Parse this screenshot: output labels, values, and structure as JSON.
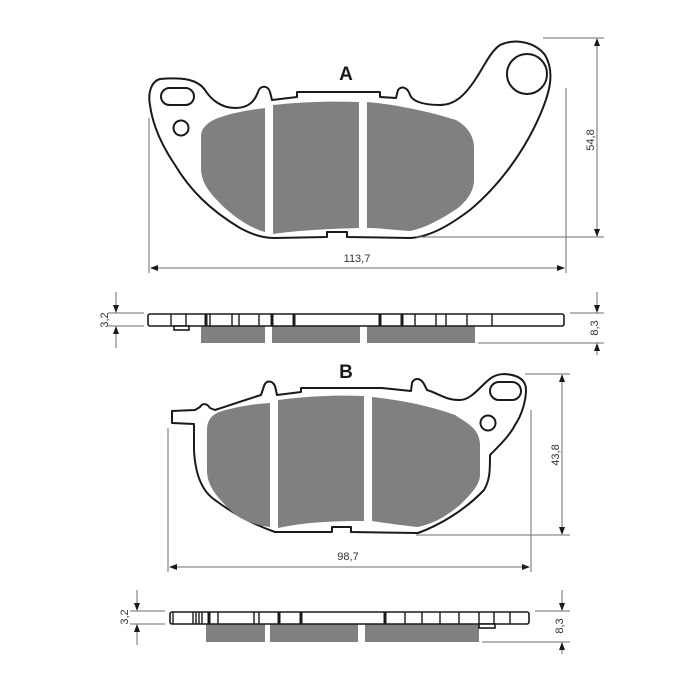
{
  "pad_a": {
    "label": "A",
    "width_dim": "113,7",
    "height_dim": "54,8",
    "side_view": {
      "plate_thickness_dim": "3,2",
      "total_thickness_dim": "8,3"
    }
  },
  "pad_b": {
    "label": "B",
    "width_dim": "98,7",
    "height_dim": "43,8",
    "side_view": {
      "plate_thickness_dim": "3,2",
      "total_thickness_dim": "8,3"
    }
  },
  "colors": {
    "friction_material": "#808080",
    "outline": "#1a1a1a",
    "dimension_line": "#6e6e6e",
    "background": "#ffffff"
  }
}
